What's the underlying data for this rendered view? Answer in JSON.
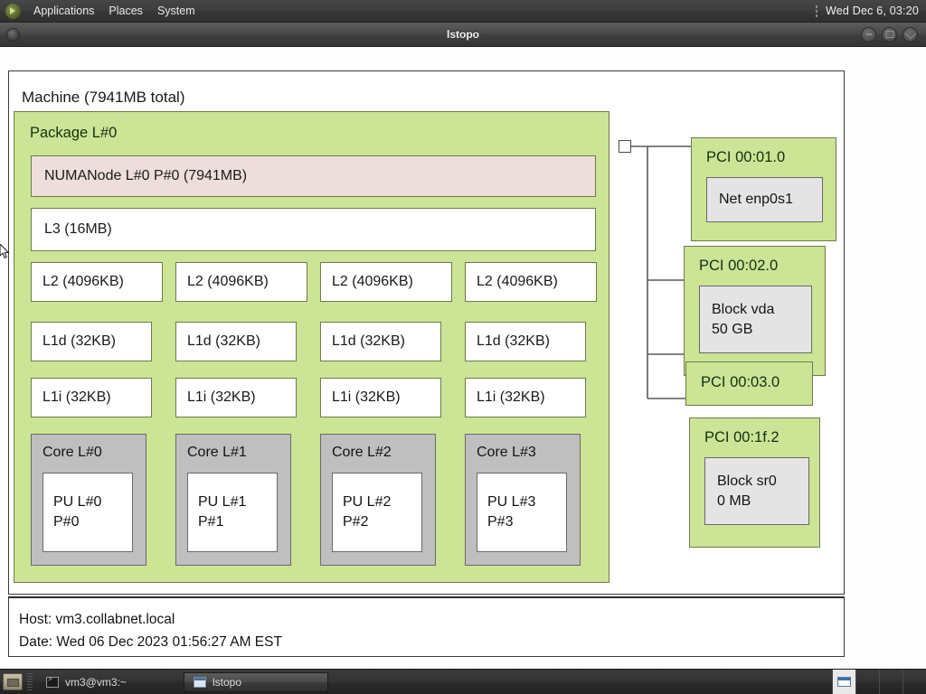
{
  "top_panel": {
    "logo_icon": "gnome-foot-icon",
    "menus": [
      "Applications",
      "Places",
      "System"
    ],
    "clock": "Wed Dec  6, 03:20"
  },
  "window": {
    "title": "lstopo",
    "icon": "window-menu-icon",
    "buttons": [
      {
        "name": "minimize-button",
        "label": "minimize"
      },
      {
        "name": "maximize-button",
        "label": "maximize"
      },
      {
        "name": "close-button",
        "label": "close"
      }
    ]
  },
  "topology": {
    "machine_title": "Machine (7941MB total)",
    "package_title": "Package L#0",
    "numa_label": "NUMANode L#0 P#0 (7941MB)",
    "l3_label": "L3 (16MB)",
    "l2_caches": [
      "L2 (4096KB)",
      "L2 (4096KB)",
      "L2 (4096KB)",
      "L2 (4096KB)"
    ],
    "l1d_caches": [
      "L1d (32KB)",
      "L1d (32KB)",
      "L1d (32KB)",
      "L1d (32KB)"
    ],
    "l1i_caches": [
      "L1i (32KB)",
      "L1i (32KB)",
      "L1i (32KB)",
      "L1i (32KB)"
    ],
    "cores": [
      {
        "label": "Core L#0",
        "pu_line1": "PU L#0",
        "pu_line2": "P#0"
      },
      {
        "label": "Core L#1",
        "pu_line1": "PU L#1",
        "pu_line2": "P#1"
      },
      {
        "label": "Core L#2",
        "pu_line1": "PU L#2",
        "pu_line2": "P#2"
      },
      {
        "label": "Core L#3",
        "pu_line1": "PU L#3",
        "pu_line2": "P#3"
      }
    ],
    "pci_devices": [
      {
        "title": "PCI 00:01.0",
        "child_line1": "Net enp0s1",
        "child_line2": ""
      },
      {
        "title": "PCI 00:02.0",
        "child_line1": "Block vda",
        "child_line2": "50 GB"
      },
      {
        "title": "PCI 00:03.0",
        "child_line1": "",
        "child_line2": ""
      },
      {
        "title": "PCI 00:1f.2",
        "child_line1": "Block sr0",
        "child_line2": "0 MB"
      }
    ],
    "host_line": "Host: vm3.collabnet.local",
    "date_line": "Date: Wed 06 Dec 2023 01:56:27 AM EST"
  },
  "taskbar": {
    "show_desktop_icon": "show-desktop-icon",
    "tasks": [
      {
        "label": "vm3@vm3:~",
        "icon": "terminal-icon",
        "active": false
      },
      {
        "label": "lstopo",
        "icon": "window-icon",
        "active": true
      }
    ],
    "workspaces": 4,
    "active_workspace": 1
  },
  "colors": {
    "package_green": "#cbe496",
    "numa_pink": "#eddedb",
    "core_gray": "#bfbfbf",
    "pci_child_gray": "#e4e4e4",
    "box_border": "#6f7a4c",
    "panel_dark": "#353535"
  }
}
